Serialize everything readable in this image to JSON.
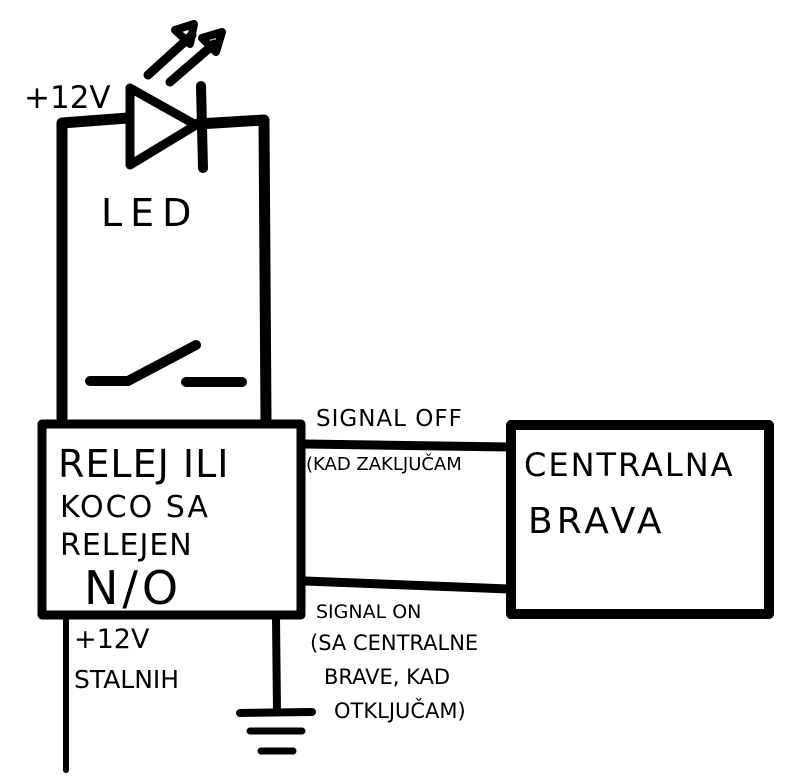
{
  "labels": {
    "supply_top": "+12V",
    "led": "LED",
    "relay_line1": "RELEJ ILI",
    "relay_line2": "KOCO SA",
    "relay_line3": "RELEJEN",
    "relay_line4": "N/O",
    "lock_line1": "CENTRALNA",
    "lock_line2": "BRAVA",
    "signal_off_line1": "SIGNAL OFF",
    "signal_off_line2": "(KAD ZAKLJUČAM",
    "signal_on_line1": "SIGNAL ON",
    "signal_on_line2": "(SA CENTRALNE",
    "signal_on_line3": "BRAVE, KAD",
    "signal_on_line4": "OTKLJUČAM)",
    "supply_bottom_line1": "+12V",
    "supply_bottom_line2": "STALNIH"
  },
  "colors": {
    "ink": "#000000",
    "background": "#ffffff"
  }
}
